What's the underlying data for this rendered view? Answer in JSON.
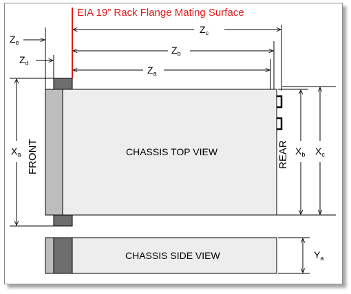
{
  "labels": {
    "flange": "EIA 19” Rack Flange Mating Surface",
    "front": "FRONT",
    "rear": "REAR",
    "top_view": "CHASSIS TOP VIEW",
    "side_view": "CHASSIS SIDE VIEW"
  },
  "dimensions": {
    "ze": {
      "letter": "Z",
      "sub": "e"
    },
    "zd": {
      "letter": "Z",
      "sub": "d"
    },
    "zc": {
      "letter": "Z",
      "sub": "c"
    },
    "zb": {
      "letter": "Z",
      "sub": "b"
    },
    "za": {
      "letter": "Z",
      "sub": "a"
    },
    "xa": {
      "letter": "X",
      "sub": "a"
    },
    "xb": {
      "letter": "X",
      "sub": "b"
    },
    "xc": {
      "letter": "X",
      "sub": "c"
    },
    "ya": {
      "letter": "Y",
      "sub": "a"
    }
  },
  "colors": {
    "flange_line": "#e01b1b",
    "chassis_fill": "#ededed",
    "bezel_fill": "#bdbdbd",
    "ear_fill": "#6e6e6e"
  }
}
